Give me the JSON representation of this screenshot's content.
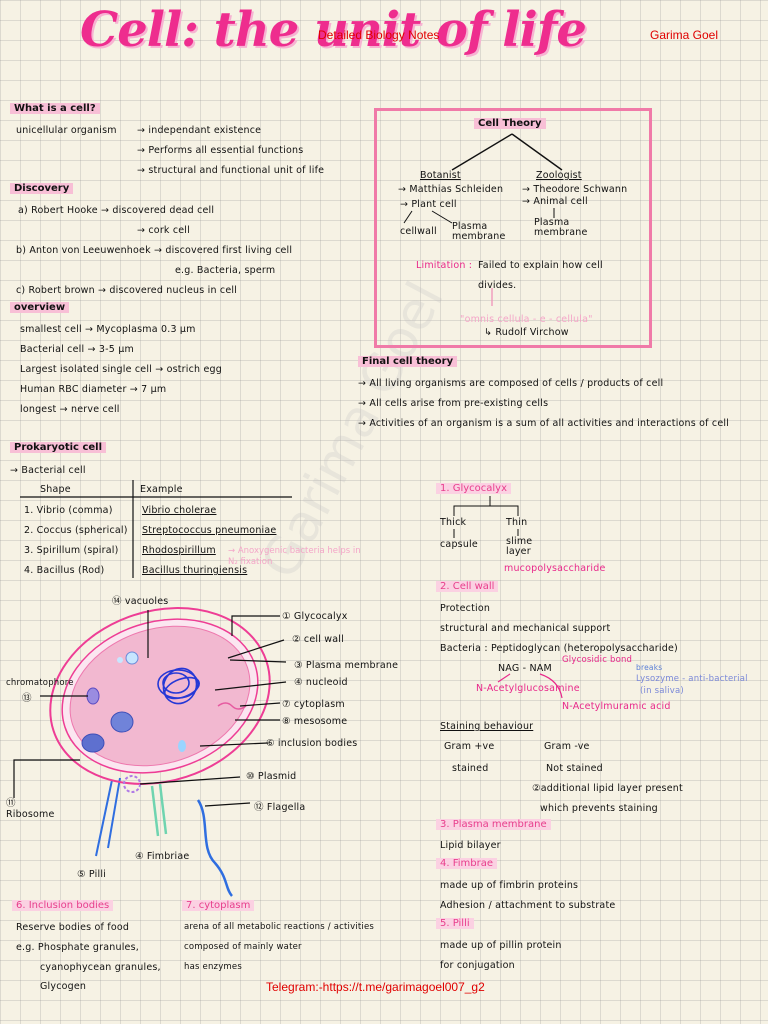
{
  "header": {
    "title": "Cell: the unit of life",
    "overlay": "Detailed Biology Notes",
    "author": "Garima Goel"
  },
  "watermark": "Garima Goel",
  "what_is_cell": {
    "heading": "What is a cell?",
    "lines": [
      "unicellular organism",
      "→ independant existence",
      "→ Performs all essential functions",
      "→ structural and functional unit of life"
    ]
  },
  "discovery": {
    "heading": "Discovery",
    "lines": [
      "a) Robert Hooke → discovered dead cell",
      "→ cork cell",
      "b) Anton von Leeuwenhoek → discovered first living cell",
      "e.g. Bacteria, sperm",
      "c) Robert brown → discovered nucleus in cell"
    ]
  },
  "overview": {
    "heading": "overview",
    "lines": [
      "smallest cell → Mycoplasma 0.3 μm",
      "Bacterial cell → 3-5 μm",
      "Largest isolated single cell → ostrich egg",
      "Human RBC diameter → 7 μm",
      "longest → nerve cell"
    ]
  },
  "cell_theory": {
    "heading": "Cell Theory",
    "botanist": "Botanist",
    "botanist_name": "→ Matthias Schleiden",
    "plant_cell": "→ Plant cell",
    "cellwall": "cellwall",
    "plasma_membrane_left": "Plasma membrane",
    "zoologist": "Zoologist",
    "zoologist_name": "→ Theodore Schwann",
    "animal_cell": "→ Animal cell",
    "plasma_membrane_right": "Plasma membrane",
    "limitation_label": "Limitation :",
    "limitation_text": "Failed to explain how cell",
    "limitation_text2": "divides.",
    "omnis": "\"omnis cellula - e - cellula\"",
    "virchow": "↳ Rudolf Virchow"
  },
  "final_theory": {
    "heading": "Final cell theory",
    "lines": [
      "→ All living organisms are composed of cells / products of cell",
      "→ All cells arise from pre-existing cells",
      "→ Activities of an organism is a sum of all activities and interactions of cell"
    ]
  },
  "prokaryotic": {
    "heading": "Prokaryotic cell",
    "sub": "→ Bacterial cell",
    "table_headers": [
      "Shape",
      "Example"
    ],
    "rows": [
      [
        "1. Vibrio (comma)",
        "Vibrio cholerae"
      ],
      [
        "2. Coccus (spherical)",
        "Streptococcus pneumoniae"
      ],
      [
        "3. Spirillum (spiral)",
        "Rhodospirillum"
      ],
      [
        "4. Bacillus (Rod)",
        "Bacillus thuringiensis"
      ]
    ],
    "note": "→ Anoxygenic bacteria helps in N₂ fixation"
  },
  "diagram_labels": {
    "vacuoles": "⑭ vacuoles",
    "glycocalyx": "① Glycocalyx",
    "cell_wall": "② cell wall",
    "plasma_membrane": "③ Plasma membrane",
    "nucleoid": "④ nucleoid",
    "cytoplasm": "⑦ cytoplasm",
    "mesosome": "⑧ mesosome",
    "inclusion_bodies": "⑥ inclusion bodies",
    "plasmid": "⑩ Plasmid",
    "flagella": "⑫ Flagella",
    "fimbriae": "④ Fimbriae",
    "pilli": "⑤ Pilli",
    "ribosome": "⑪ Ribosome",
    "chromatophore": "chromatophore",
    "chromatophore_num": "⑬"
  },
  "right_notes": {
    "glycocalyx_heading": "1. Glycocalyx",
    "thick": "Thick",
    "capsule": "capsule",
    "thin": "Thin",
    "slime": "slime layer",
    "mucopoly": "mucopolysaccharide",
    "cellwall_heading": "2. Cell wall",
    "protection": "Protection",
    "structural": "structural and mechanical support",
    "bacteria_pg": "Bacteria : Peptidoglycan (heteropolysaccharide)",
    "nag_nam": "NAG - NAM",
    "glycosidic": "Glycosidic bond",
    "breaks": "breaks",
    "lysozyme": "Lysozyme - anti-bacterial",
    "in_saliva": "(in saliva)",
    "nag_full": "N-Acetylglucosamine",
    "nam_full": "N-Acetylmuramic acid",
    "staining_heading": "Staining behaviour",
    "gram_pos": "Gram +ve",
    "stained": "stained",
    "gram_neg": "Gram -ve",
    "not_stained": "Not stained",
    "additional": "②additional lipid layer present",
    "prevents": "which prevents staining",
    "pm_heading": "3. Plasma membrane",
    "lipid": "Lipid bilayer",
    "fimbrae_heading": "4. Fimbrae",
    "fimbrin": "made up of fimbrin proteins",
    "adhesion": "Adhesion / attachment to substrate",
    "pilli_heading": "5. Pilli",
    "pillin": "made up of pillin protein",
    "conjugation": "for conjugation"
  },
  "bottom_notes": {
    "inclusion_heading": "6. Inclusion bodies",
    "reserve": "Reserve bodies of food",
    "eg": "e.g. Phosphate granules,",
    "cyano": "cyanophycean granules,",
    "glycogen": "Glycogen",
    "cyto_heading": "7. cytoplasm",
    "arena": "arena of all metabolic reactions / activities",
    "water": "composed of mainly water",
    "enzymes": "has enzymes"
  },
  "footer": {
    "telegram": "Telegram:-https://t.me/garimagoel007_g2"
  }
}
